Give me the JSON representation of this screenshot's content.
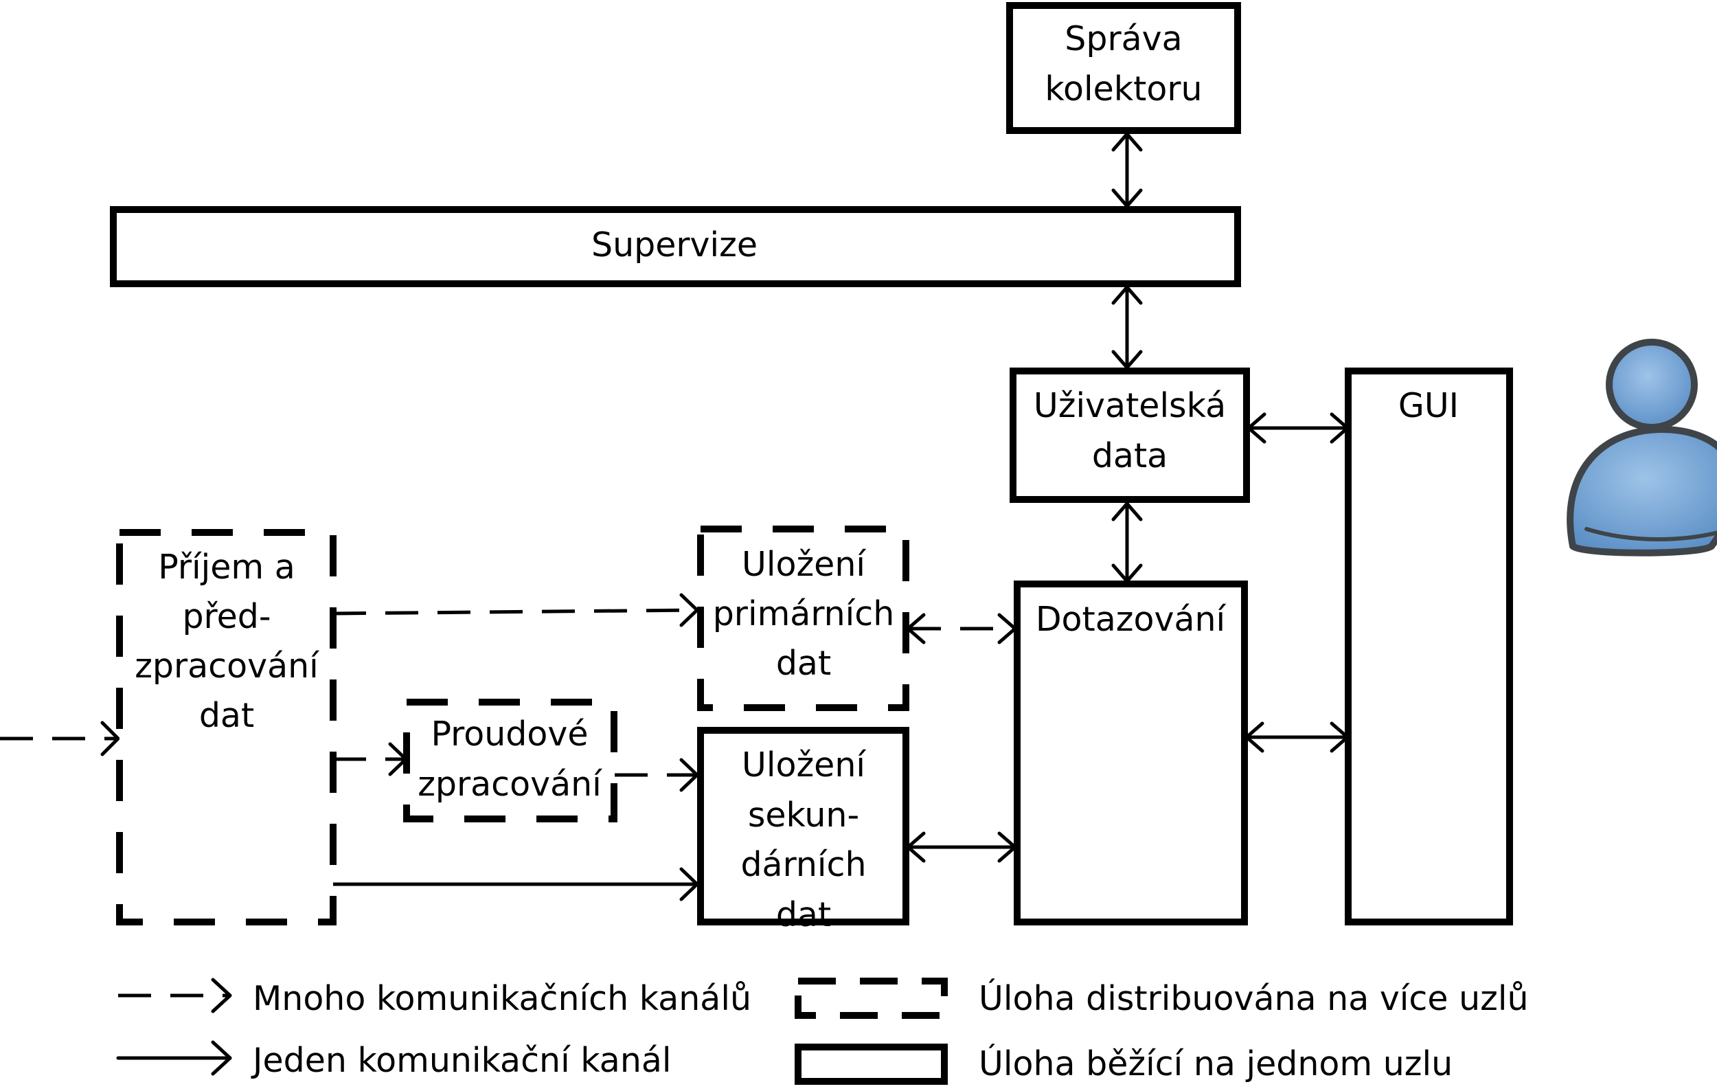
{
  "nodes": {
    "sprava": {
      "line1": "Správa",
      "line2": "kolektoru"
    },
    "supervize": {
      "label": "Supervize"
    },
    "uzivatelska": {
      "line1": "Uživatelská",
      "line2": "data"
    },
    "gui": {
      "label": "GUI"
    },
    "prijem": {
      "line1": "Příjem a",
      "line2": "před-",
      "line3": "zpracování",
      "line4": "dat"
    },
    "proudove": {
      "line1": "Proudové",
      "line2": "zpracování"
    },
    "primarni": {
      "line1": "Uložení",
      "line2": "primárních",
      "line3": "dat"
    },
    "sekundarni": {
      "line1": "Uložení",
      "line2": "sekun-",
      "line3": "dárních",
      "line4": "dat"
    },
    "dotazovani": {
      "label": "Dotazování"
    }
  },
  "legend": {
    "many_channels": "Mnoho komunikačních kanálů",
    "one_channel": "Jeden komunikační kanál",
    "distributed": "Úloha distribuována na více uzlů",
    "single_node": "Úloha běžící na jednom uzlu"
  },
  "colors": {
    "stroke": "#000000",
    "user_fill": "#6f9fd0",
    "user_stroke": "#3f4448"
  },
  "icons": {
    "user": "user-icon"
  }
}
